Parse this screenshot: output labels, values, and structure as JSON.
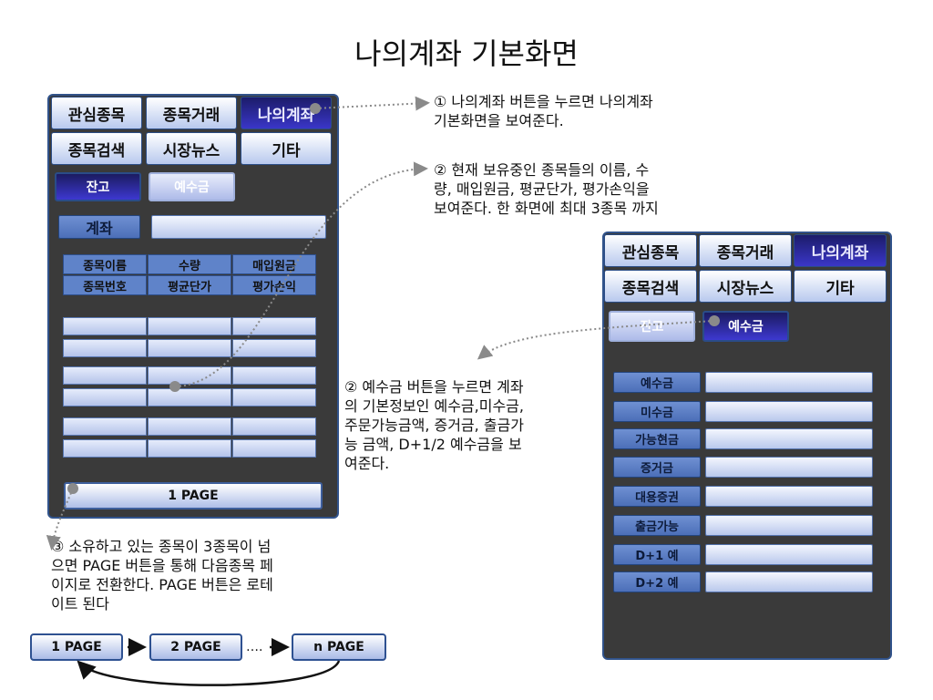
{
  "title": "나의계좌 기본화면",
  "tabs": [
    "관심종목",
    "종목거래",
    "나의계좌",
    "종목검색",
    "시장뉴스",
    "기타"
  ],
  "left_panel": {
    "sub_buttons": [
      "잔고",
      "예수금"
    ],
    "account_label": "계좌",
    "headers": [
      "종목이름",
      "수량",
      "매입원금",
      "종목번호",
      "평균단가",
      "평가손익"
    ],
    "page_label": "1 PAGE"
  },
  "right_panel": {
    "sub_buttons": [
      "잔고",
      "예수금"
    ],
    "rows": [
      "예수금",
      "미수금",
      "가능현금",
      "증거금",
      "대용증권",
      "출금가능",
      "D+1 예",
      "D+2 예"
    ]
  },
  "notes": {
    "n1": [
      "① 나의계좌 버튼을 누르면 나의계좌",
      "기본화면을 보여준다."
    ],
    "n2": [
      "② 현재 보유중인 종목들의 이름, 수",
      "량, 매입원금, 평균단가, 평가손익을",
      "보여준다. 한 화면에 최대 3종목 까지"
    ],
    "n3": [
      "② 예수금 버튼을 누르면 계좌",
      "의 기본정보인 예수금,미수금,",
      "주문가능금액, 증거금, 출금가",
      "능 금액, D+1/2 예수금을 보",
      "여준다."
    ],
    "n4": [
      "③ 소유하고 있는 종목이 3종목이 넘",
      "으면 PAGE 버튼을 통해 다음종목 페",
      "이지로 전환한다. PAGE 버튼은 로테",
      "이트 된다"
    ]
  },
  "pages": {
    "p1": "1 PAGE",
    "p2": "2 PAGE",
    "ellipsis": "….",
    "pn": "n PAGE"
  }
}
